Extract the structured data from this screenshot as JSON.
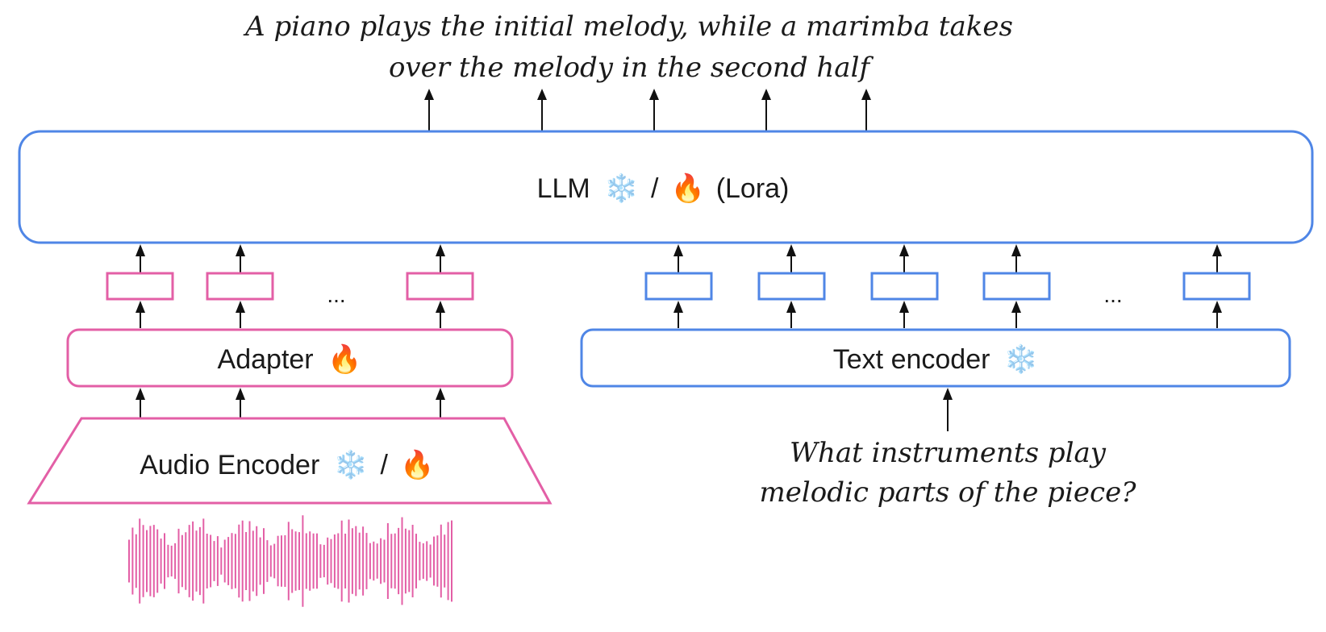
{
  "output_text": {
    "line1": "A piano plays the initial melody, while a marimba takes",
    "line2": "over the melody in the second half"
  },
  "llm": {
    "name": "LLM",
    "frozen_icon": "❄️",
    "separator": "/",
    "trainable_icon": "🔥",
    "suffix": "(Lora)"
  },
  "adapter": {
    "name": "Adapter",
    "trainable_icon": "🔥"
  },
  "audio_encoder": {
    "name": "Audio Encoder",
    "frozen_icon": "❄️",
    "separator": "/",
    "trainable_icon": "🔥"
  },
  "text_encoder": {
    "name": "Text encoder",
    "frozen_icon": "❄️"
  },
  "input_text": {
    "line1": "What instruments play",
    "line2": "melodic parts of the piece?"
  },
  "ellipsis": "...",
  "colors": {
    "audio_pink": "#e35fa6",
    "text_blue": "#4f86e6",
    "arrow": "#111111"
  },
  "icons": [
    "snowflake-icon",
    "fire-icon",
    "waveform-icon"
  ]
}
